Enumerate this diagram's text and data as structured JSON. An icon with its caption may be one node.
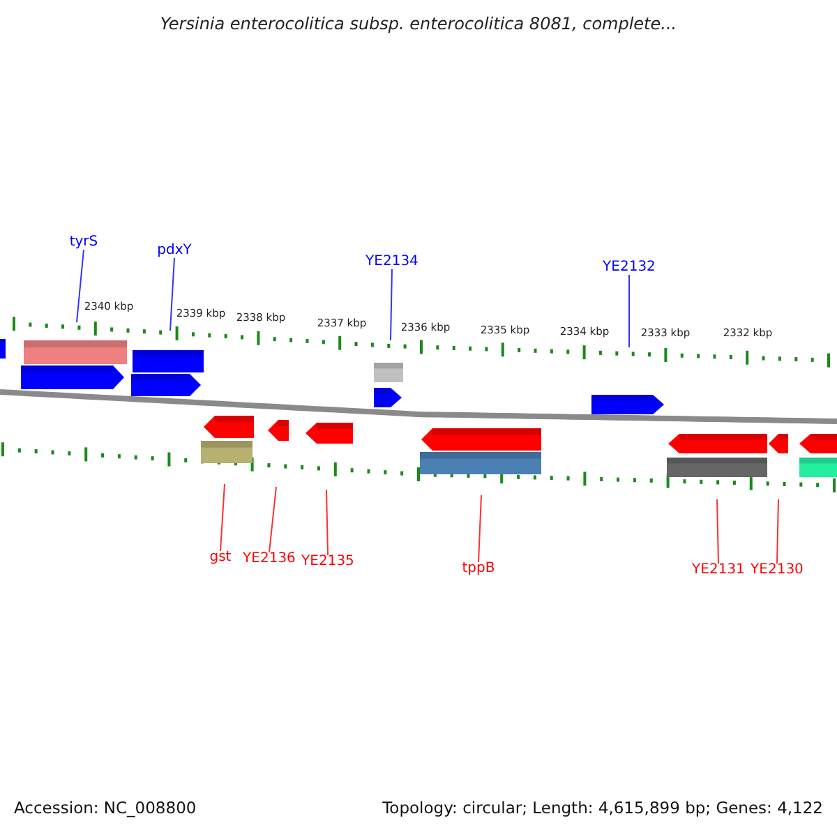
{
  "diagram": {
    "title": "Yersinia enterocolitica subsp. enterocolitica 8081, complete...",
    "nodes": [
      {
        "text": [
          "tyrS"
        ]
      },
      {
        "text": [
          "pdxY"
        ]
      },
      {
        "text": [
          "YE2134"
        ]
      },
      {
        "text": [
          "YE2132"
        ]
      },
      {
        "text": [
          "gst"
        ]
      },
      {
        "text": [
          "YE2136"
        ]
      },
      {
        "text": [
          "YE2135"
        ]
      },
      {
        "text": [
          "tppB"
        ]
      },
      {
        "text": [
          "YE2131"
        ]
      },
      {
        "text": [
          "YE2130"
        ]
      },
      {
        "text": [],
        "shape": "bar"
      },
      {
        "text": [],
        "shape": "bar"
      }
    ],
    "edges": [
      {
        "from": 0,
        "to": 10,
        "arrow": "none",
        "color": "#3333ff"
      },
      {
        "from": 1,
        "to": 10,
        "arrow": "none",
        "color": "#3333ff"
      },
      {
        "from": 2,
        "to": 10,
        "arrow": "none",
        "color": "#3333ff"
      },
      {
        "from": 3,
        "to": 10,
        "arrow": "none",
        "color": "#3333ff"
      },
      {
        "from": 4,
        "to": 11,
        "arrow": "none"
      },
      {
        "from": 5,
        "to": 11,
        "arrow": "none"
      },
      {
        "from": 6,
        "to": 11,
        "arrow": "none"
      },
      {
        "from": 7,
        "to": 11,
        "arrow": "none"
      },
      {
        "from": 8,
        "to": 11,
        "arrow": "none"
      },
      {
        "from": 9,
        "to": 11,
        "arrow": "none"
      }
    ],
    "labels": [
      "2340 kbp",
      "2339 kbp",
      "2338 kbp",
      "2337 kbp",
      "2336 kbp",
      "2335 kbp",
      "2334 kbp",
      "2333 kbp",
      "2332 kbp",
      "Accession: NC_008800",
      "Topology: circular; Length: 4,615,899 bp; Genes: 4,122"
    ]
  }
}
